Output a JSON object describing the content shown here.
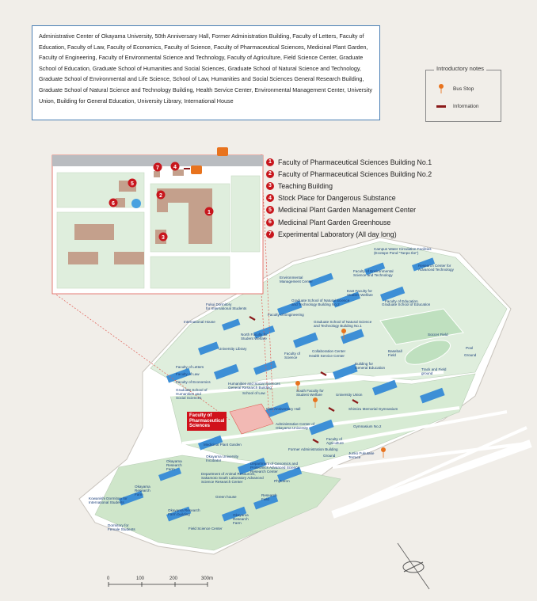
{
  "description": "Administrative Center of Okayama University, 50th Anniversary Hall,  Former Administration Building, Faculty of Letters, Faculty of Education, Faculty of Law, Faculty of Economics, Faculty of Science, Faculty of Pharmaceutical Sciences, Medicinal Plant Garden, Faculty of Engineering, Faculty of Environmental Science and Technology, Faculty of Agriculture, Field Science Center, Graduate School of Education, Graduate School of Humanities and Social Sciences, Graduate School of Natural Science and Technology, Graduate School of Environmental and Life Science, School of Law, Humanities and Social Sciences General Research Building, Graduate School of Natural Science and Technology Building, Health Service Center, Environmental Management Center, University Union, Building for General Education, University Library, International House",
  "notes": {
    "title": "Introductory notes",
    "bus_stop": "Bus Stop",
    "information": "Information",
    "bus_color": "#e8731e",
    "info_color": "#8b1a1a"
  },
  "legend": [
    {
      "num": "1",
      "label": "Faculty of Pharmaceutical Sciences Building No.1"
    },
    {
      "num": "2",
      "label": "Faculty of Pharmaceutical Sciences Building No.2"
    },
    {
      "num": "3",
      "label": "Teaching Building"
    },
    {
      "num": "4",
      "label": "Stock Place for Dangerous Substance"
    },
    {
      "num": "5",
      "label": "Medicinal Plant Garden Management Center"
    },
    {
      "num": "6",
      "label": "Medicinal Plant Garden Greenhouse"
    },
    {
      "num": "7",
      "label": "Experimental Laboratory (All day long)"
    }
  ],
  "highlight": "Faculty of\nPharmaceutical\nSciences",
  "labels": [
    "Campus Water Circulation Facilities\n(Ecotope Pond \"Tanpo Ike\")",
    "Research Center for\nAdvanced Technology",
    "Faculty of Environmental\nScience and Technology",
    "Environmental\nManagement Center",
    "East Faculty for\nStudent Welfare",
    "Faculty of Education",
    "Graduate School of Natural Science\nand Technology Building No.2",
    "Graduate School of Education",
    "Fukui Dormitory\nfor International Students",
    "Faculty of Engineering",
    "International House",
    "Graduate School of Natural Science\nand Technology Building No.1",
    "Soccer Field",
    "North Faculty for\nStudent Welfare",
    "University Library",
    "Collaboration Center",
    "Pool",
    "Faculty of\nScience",
    "Baseball\nField",
    "Ground",
    "Faculty of Letters",
    "Building for\nGeneral Education",
    "Faculty of Law",
    "Health Service Center",
    "Track and Field\nground",
    "Faculty of Economics",
    "Humanities and Social Sciences\nGeneral Research Building",
    "Graduate School of\nHumanities and\nSocial Sciences",
    "School of Law",
    "South Faculty for\nStudent Welfare",
    "University Union",
    "50th Anniversary Hall",
    "Shimizu Memorial Gymnasium",
    "Administrative Center of\nOkayama University",
    "Gymnasium No.2",
    "Medicinal Plant Garden",
    "Faculty of\nAgriculture",
    "Junko Fukutake\nTerrace",
    "Former Administration Building",
    "Okayama University\nIncubator",
    "Ground",
    "Okayama\nResearch\nFarm",
    "Department of Genomics and\nProteomics Advanced Science\nResearch Center",
    "Department of Animal Resources,\nSakamoto South Laboratory Advanced\nScience Research Center",
    "Phytotron",
    "Okayama\nResearch\nFarm",
    "Green house",
    "Research\nField",
    "Kowanishi Dormitory for\nInternational Students",
    "Okayama Research\nFarm building",
    "Dormitory for\nFemale Students",
    "Okayama\nResearch\nFarm",
    "Field Science Center"
  ],
  "scale": [
    "0",
    "100",
    "200",
    "300m"
  ]
}
